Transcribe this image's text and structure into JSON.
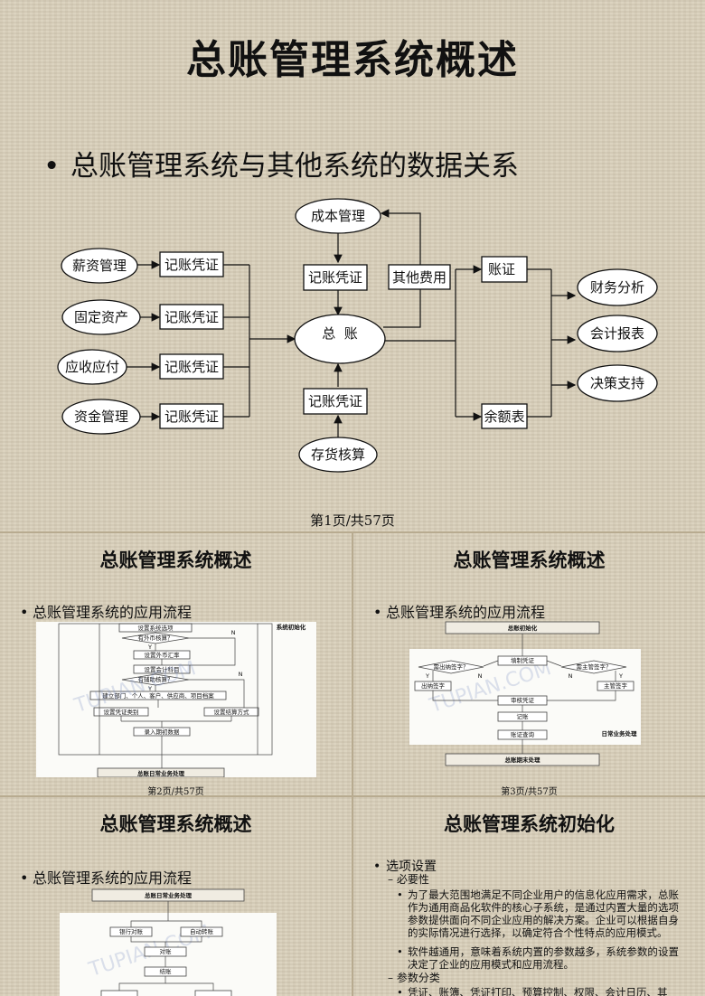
{
  "main": {
    "title": "总账管理系统概述",
    "bullet": "总账管理系统与其他系统的数据关系",
    "page": "第1页/共57页",
    "nodes": {
      "chengben": "成本管理",
      "xinzi": "薪资管理",
      "guding": "固定资产",
      "yingshou": "应收应付",
      "zijin": "资金管理",
      "jizhang1": "记账凭证",
      "jizhang2": "记账凭证",
      "jizhang3": "记账凭证",
      "jizhang4": "记账凭证",
      "jizhang_top": "记账凭证",
      "jizhang_bottom": "记账凭证",
      "qita": "其他费用",
      "zongzhang": "总  账",
      "zhangzheng": "账证",
      "yuee": "余额表",
      "cunhuo": "存货核算",
      "caiwu": "财务分析",
      "kuaiji": "会计报表",
      "juece": "决策支持"
    }
  },
  "s2": {
    "title": "总账管理系统概述",
    "bullet": "总账管理系统的应用流程",
    "page": "第2页/共57页",
    "side_label": "系统初始化",
    "flow": [
      "设置系统选项",
      "有外币核算？",
      "设置外币汇率",
      "设置会计科目",
      "有辅助核算？",
      "建立部门、个人、客户、供应商、项目档案",
      "设置凭证类别",
      "设置结算方式",
      "录入期初数据",
      "总账日常业务处理"
    ],
    "yn": [
      "Y",
      "N",
      "Y",
      "N"
    ]
  },
  "s3": {
    "title": "总账管理系统概述",
    "bullet": "总账管理系统的应用流程",
    "page": "第3页/共57页",
    "top": "总账初始化",
    "left_q": "需出纳签字？",
    "mid": "填制凭证",
    "right_q": "需主管签字？",
    "left_box": "出纳签字",
    "right_box": "主管签字",
    "audit": "审核凭证",
    "post": "记账",
    "query": "账证查询",
    "label": "日常业务处理",
    "bottom": "总账期末处理",
    "yn": [
      "Y",
      "N",
      "N",
      "Y"
    ]
  },
  "s4": {
    "title": "总账管理系统概述",
    "bullet": "总账管理系统的应用流程",
    "header": "总账日常业务处理",
    "b1": "银行对账",
    "b2": "自动转账",
    "b3": "对账",
    "b4": "结账"
  },
  "s5": {
    "title": "总账管理系统初始化",
    "bullet": "选项设置",
    "sub1": "– 必要性",
    "p1": "为了最大范围地满足不同企业用户的信息化应用需求，总账作为通用商品化软件的核心子系统，是通过内置大量的选项参数提供面向不同企业应用的解决方案。企业可以根据自身的实际情况进行选择，以确定符合个性特点的应用模式。",
    "p2": "软件越通用，意味着系统内置的参数越多，系统参数的设置决定了企业的应用模式和应用流程。",
    "sub2": "– 参数分类",
    "p3": "凭证、账簿、凭证打印、预算控制、权限、会计日历、其"
  }
}
